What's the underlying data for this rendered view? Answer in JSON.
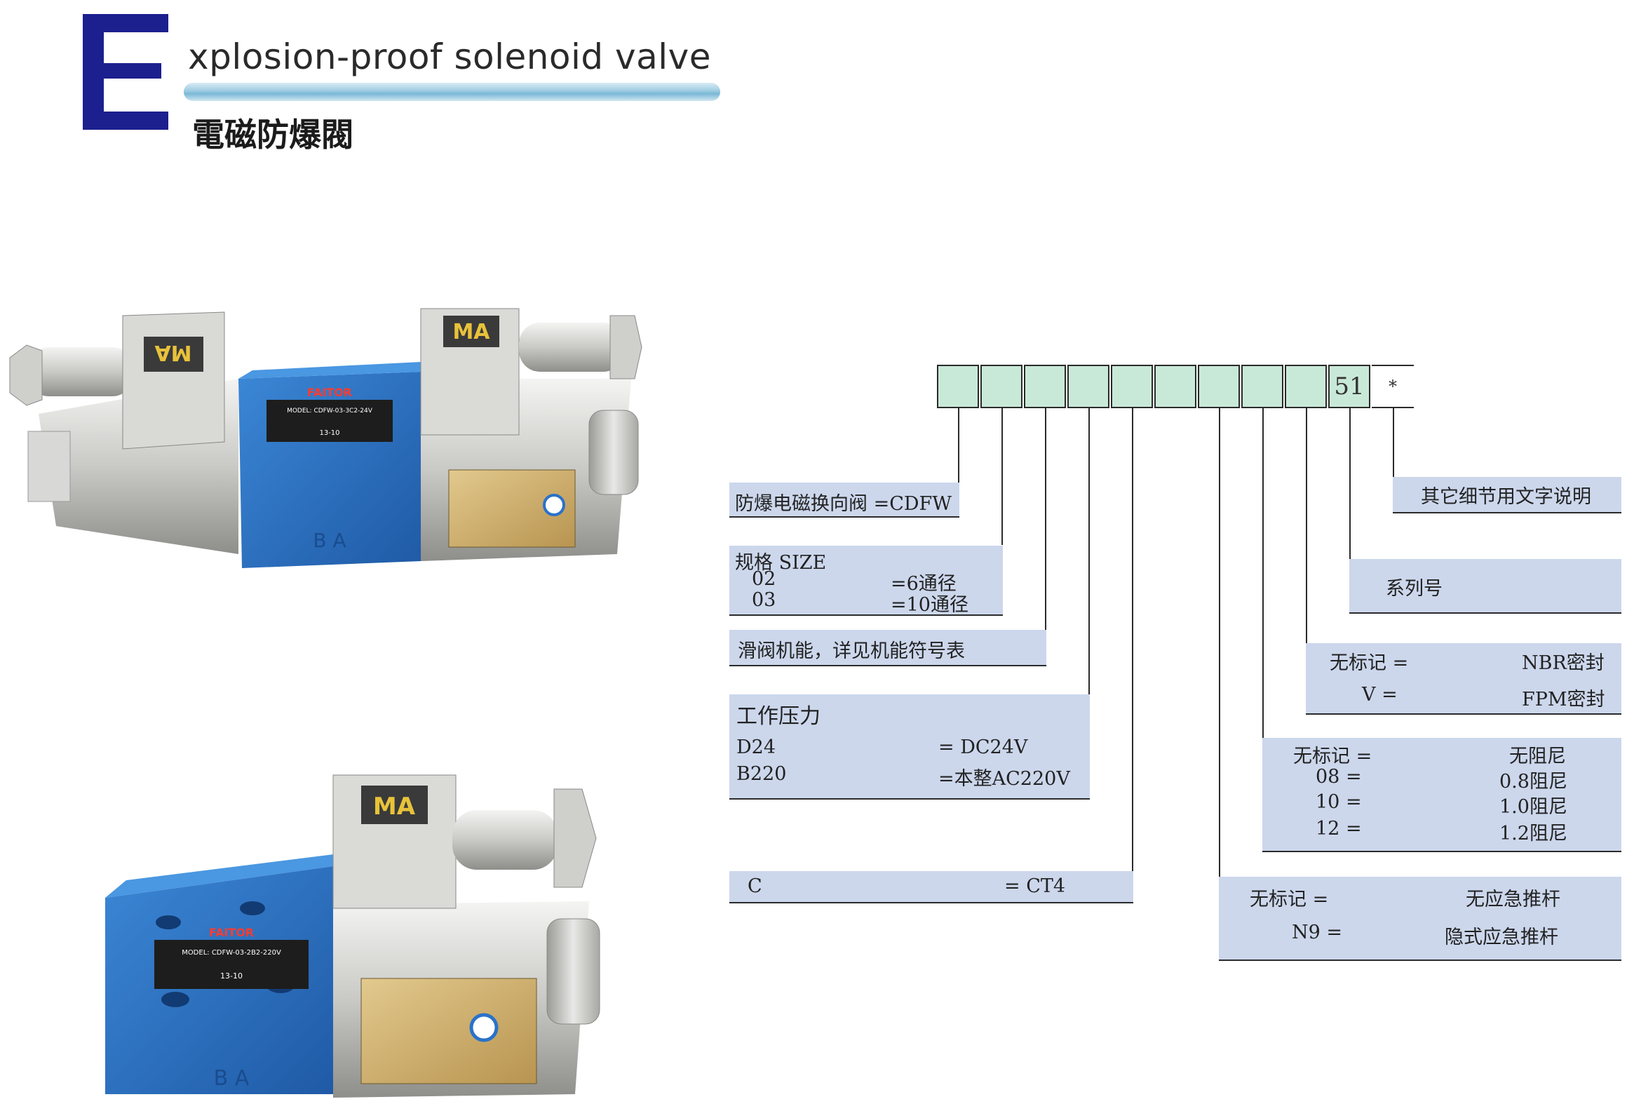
{
  "header": {
    "title_en": "xplosion-proof solenoid valve",
    "title_cn": "電磁防爆閥"
  },
  "colors": {
    "brand_blue": "#1c1f8e",
    "code_box": "#c9e9d8",
    "panel": "#ccd7ec",
    "valve_blue": "#2a6fc0"
  },
  "valves": [
    {
      "brand": "FAITOR",
      "model": "MODEL: CDFW-03-3C2-24V",
      "date": "13-10",
      "port_label": "B  A",
      "explosion_mark": "MA"
    },
    {
      "brand": "FAITOR",
      "model": "MODEL: CDFW-03-2B2-220V",
      "date": "13-10",
      "port_label": "B  A",
      "explosion_mark": "MA"
    }
  ],
  "code": {
    "boxes": [
      "",
      "",
      "",
      "",
      "",
      "",
      "",
      "",
      "",
      "51",
      "*"
    ]
  },
  "panels": {
    "cdfw": {
      "label": "防爆电磁换向阀 =CDFW"
    },
    "size": {
      "title": "规格 SIZE",
      "r1_code": "02",
      "r1_value": "=6通径",
      "r2_code": "03",
      "r2_value": "=10通径"
    },
    "spool": {
      "label": "滑阀机能，详见机能符号表"
    },
    "pressure": {
      "title": "工作压力",
      "r1_code": "D24",
      "r1_value": "=  DC24V",
      "r2_code": "B220",
      "r2_value": "=本整AC220V"
    },
    "ct4": {
      "code": "C",
      "value": "=  CT4"
    },
    "other": {
      "label": "其它细节用文字说明"
    },
    "series": {
      "label": "系列号"
    },
    "seal": {
      "r1_code": "无标记  =",
      "r1_value": "NBR密封",
      "r2_code": "V    =",
      "r2_value": "FPM密封"
    },
    "damping": {
      "r1_code": "无标记  =",
      "r1_value": "无阻尼",
      "r2_code": "08    =",
      "r2_value": "0.8阻尼",
      "r3_code": "10    =",
      "r3_value": "1.0阻尼",
      "r4_code": "12    =",
      "r4_value": "1.2阻尼"
    },
    "manual": {
      "r1_code": "无标记  =",
      "r1_value": "无应急推杆",
      "r2_code": "N9  =",
      "r2_value": "隐式应急推杆"
    }
  }
}
